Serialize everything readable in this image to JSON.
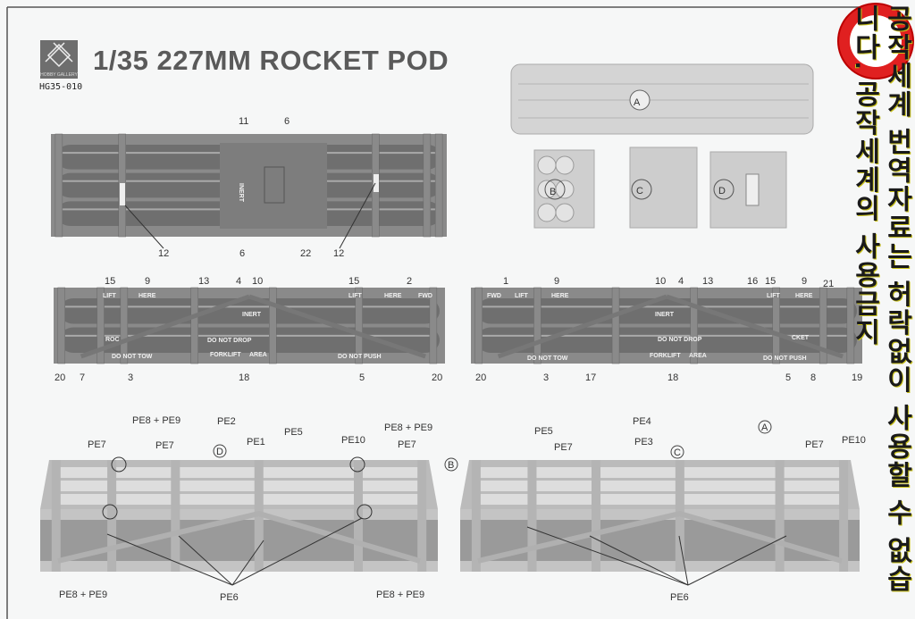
{
  "header": {
    "title": "1/35 227MM ROCKET POD",
    "product_code": "HG35-010",
    "logo_text": "HOBBY GALLERY"
  },
  "watermark": {
    "text": "공작세계 번역자료는 허락없이 사용할 수 없습니다. 공작세계의 사용금지",
    "seal_text": "공작세계"
  },
  "top_view": {
    "labels_top": [
      "11",
      "6"
    ],
    "labels_bottom": [
      "12",
      "6",
      "22",
      "12"
    ],
    "marking": "INERT"
  },
  "parts": {
    "a": "A",
    "b": "B",
    "c": "C",
    "d": "D"
  },
  "side_view_left": {
    "labels_top": [
      "15",
      "9",
      "13",
      "4",
      "10",
      "15",
      "2"
    ],
    "labels_bottom": [
      "20",
      "7",
      "3",
      "18",
      "5",
      "20"
    ],
    "markings": {
      "lift": "LIFT",
      "here": "HERE",
      "fwd": "FWD",
      "inert": "INERT",
      "rocket": "ROC",
      "do_not_drop": "DO NOT DROP",
      "do_not_tow": "DO NOT TOW",
      "forklift": "FORKLIFT",
      "area": "AREA",
      "do_not_push": "DO NOT PUSH"
    }
  },
  "side_view_right": {
    "labels_top": [
      "1",
      "9",
      "10",
      "4",
      "13",
      "16",
      "15",
      "9",
      "21"
    ],
    "labels_bottom": [
      "20",
      "3",
      "17",
      "18",
      "5",
      "8",
      "19"
    ],
    "markings": {
      "fwd": "FWD",
      "lift": "LIFT",
      "here": "HERE",
      "inert": "INERT",
      "rocket": "CKET",
      "do_not_drop": "DO NOT DROP",
      "do_not_tow": "DO NOT TOW",
      "forklift": "FORKLIFT",
      "area": "AREA",
      "do_not_push": "DO NOT PUSH"
    }
  },
  "assembly_left": {
    "callouts": [
      "PE7",
      "PE8 + PE9",
      "PE7",
      "PE2",
      "PE1",
      "D",
      "PE5",
      "PE10",
      "PE8 + PE9",
      "PE7",
      "PE8 + PE9",
      "PE6",
      "PE8 + PE9"
    ]
  },
  "assembly_right": {
    "callouts": [
      "B",
      "PE5",
      "PE7",
      "PE4",
      "PE3",
      "C",
      "A",
      "PE7",
      "PE10",
      "PE6"
    ]
  },
  "colors": {
    "pod": "#8a8a8a",
    "pod_dark": "#6f6f6f",
    "pod_light": "#a9a9a9",
    "text": "#333333",
    "seal": "#e02020"
  }
}
